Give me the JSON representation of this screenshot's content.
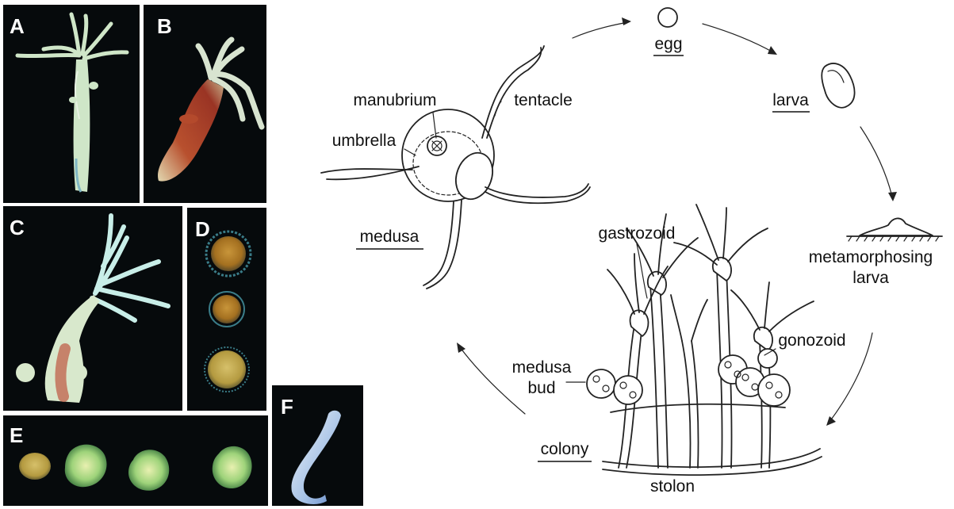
{
  "panels": {
    "a": "A",
    "b": "B",
    "c": "C",
    "d": "D",
    "e": "E",
    "f": "F"
  },
  "lifecycle": {
    "egg": "egg",
    "larva": "larva",
    "metamorphosing_1": "metamorphosing",
    "metamorphosing_2": "larva",
    "gonozoid": "gonozoid",
    "stolon": "stolon",
    "colony": "colony",
    "medusa_bud_1": "medusa",
    "medusa_bud_2": "bud",
    "gastrozoid": "gastrozoid",
    "medusa": "medusa",
    "umbrella": "umbrella",
    "manubrium": "manubrium",
    "tentacle": "tentacle"
  },
  "colors": {
    "photo_background": "#060a0c",
    "polyp_pale": "#cfe6c8",
    "polyp_red": "#a8402c",
    "egg_yolk": "#b88a2c",
    "egg_rim": "#3a7c88",
    "embryo_green": "#8ec96a",
    "ink": "#222222"
  }
}
